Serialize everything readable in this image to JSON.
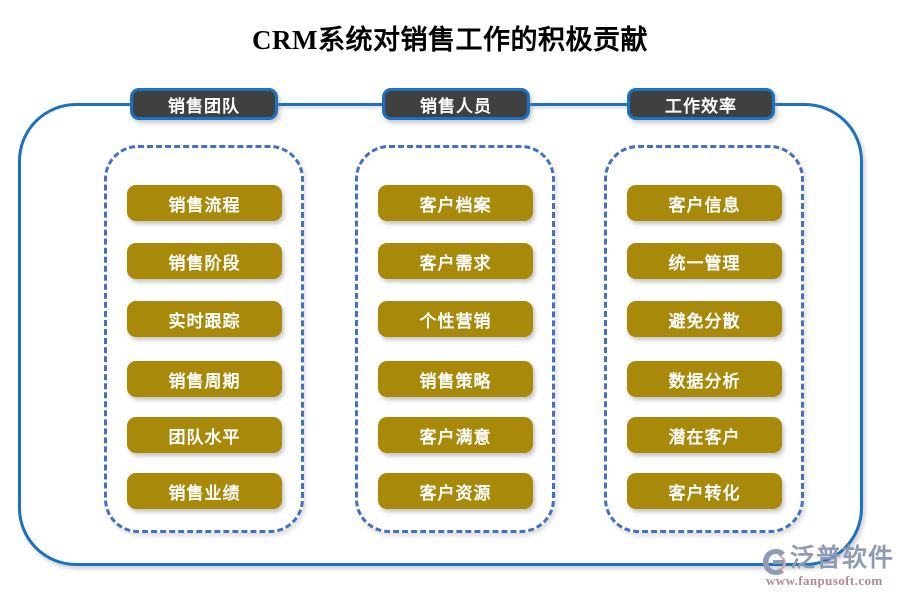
{
  "title": "CRM系统对销售工作的积极贡献",
  "theme": {
    "accent_blue": "#1b72c0",
    "dashed_blue": "#4470c4",
    "header_gray": "#404040",
    "item_gold": "#a8890a",
    "text_white": "#ffffff",
    "background": "#ffffff"
  },
  "columns": [
    {
      "header": "销售团队",
      "items": [
        "销售流程",
        "销售阶段",
        "实时跟踪",
        "销售周期",
        "团队水平",
        "销售业绩"
      ]
    },
    {
      "header": "销售人员",
      "items": [
        "客户档案",
        "客户需求",
        "个性营销",
        "销售策略",
        "客户满意",
        "客户资源"
      ]
    },
    {
      "header": "工作效率",
      "items": [
        "客户信息",
        "统一管理",
        "避免分散",
        "数据分析",
        "潜在客户",
        "客户转化"
      ]
    }
  ],
  "watermark": {
    "brand": "泛普软件",
    "url": "www.fanpusoft.com"
  }
}
